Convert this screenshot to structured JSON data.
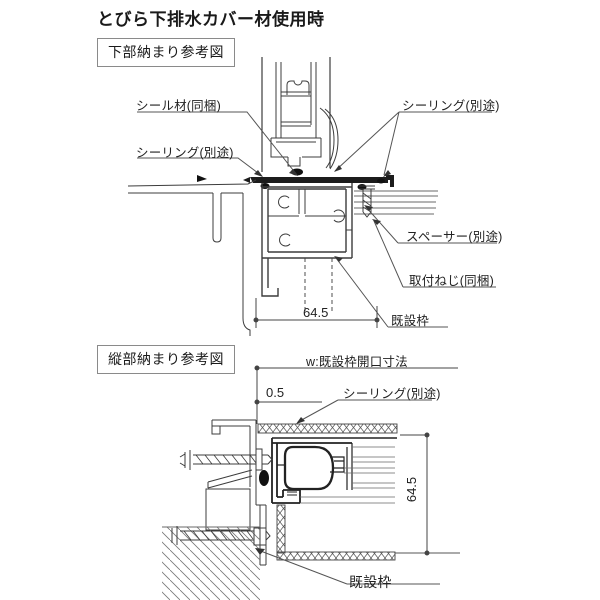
{
  "page": {
    "title": "とびら下排水カバー材使用時"
  },
  "sections": {
    "bottom": {
      "heading": "下部納まり参考図",
      "labels": {
        "seal_material": "シール材(同梱)",
        "sealing_left": "シーリング(別途)",
        "sealing_right": "シーリング(別途)",
        "spacer": "スペーサー(別途)",
        "mount_screw": "取付ねじ(同梱)",
        "existing_frame": "既設枠",
        "dim_width": "64.5"
      }
    },
    "vertical": {
      "heading": "縦部納まり参考図",
      "labels": {
        "w_dim": "w:既設枠開口寸法",
        "gap": "0.5",
        "sealing": "シーリング(別途)",
        "dim_height": "64.5",
        "existing_frame": "既設枠"
      }
    }
  },
  "colors": {
    "line": "#3c3c3c",
    "heavy_line": "#222222",
    "thin_line": "#6a6a6a",
    "text": "#1a1a1a"
  }
}
